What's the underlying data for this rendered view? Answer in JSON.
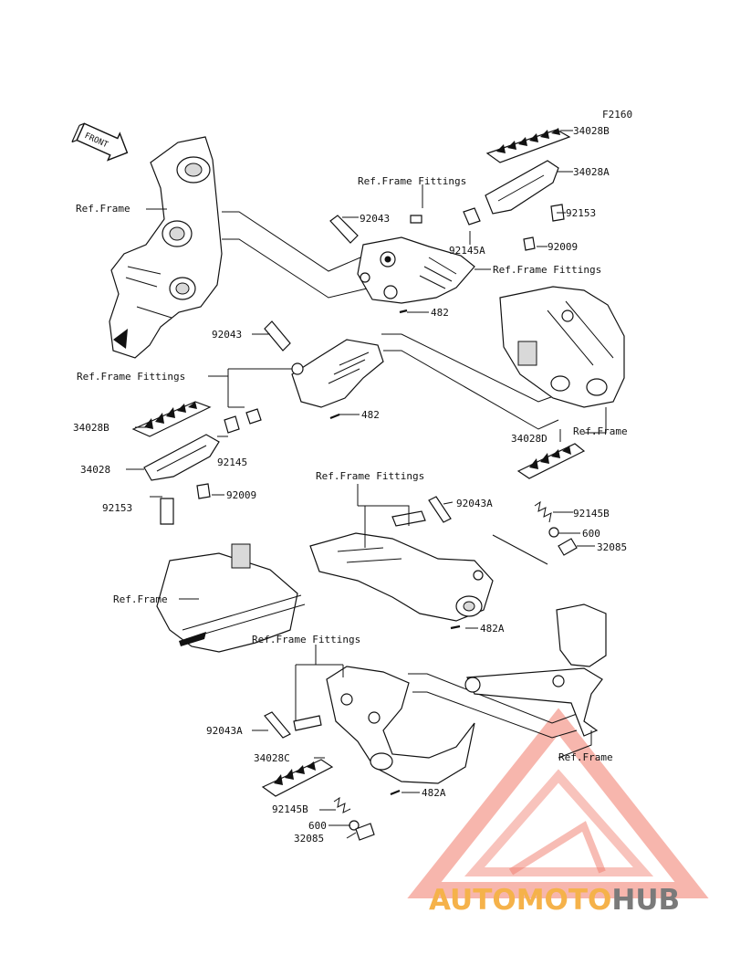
{
  "figure_code": "F2160",
  "front_arrow": {
    "label": "FRONT",
    "icon": "front-direction-arrow-icon"
  },
  "callouts": [
    {
      "id": "c01",
      "text": "Ref.Frame"
    },
    {
      "id": "c02",
      "text": "Ref.Frame Fittings"
    },
    {
      "id": "c03",
      "text": "92043"
    },
    {
      "id": "c04",
      "text": "34028B"
    },
    {
      "id": "c05",
      "text": "34028A"
    },
    {
      "id": "c06",
      "text": "92153"
    },
    {
      "id": "c07",
      "text": "92145A"
    },
    {
      "id": "c08",
      "text": "92009"
    },
    {
      "id": "c09",
      "text": "Ref.Frame Fittings"
    },
    {
      "id": "c10",
      "text": "482"
    },
    {
      "id": "c11",
      "text": "92043"
    },
    {
      "id": "c12",
      "text": "Ref.Frame Fittings"
    },
    {
      "id": "c13",
      "text": "482"
    },
    {
      "id": "c14",
      "text": "Ref.Frame"
    },
    {
      "id": "c15",
      "text": "34028B"
    },
    {
      "id": "c16",
      "text": "92145"
    },
    {
      "id": "c17",
      "text": "34028"
    },
    {
      "id": "c18",
      "text": "92153"
    },
    {
      "id": "c19",
      "text": "92009"
    },
    {
      "id": "c20",
      "text": "34028D"
    },
    {
      "id": "c21",
      "text": "Ref.Frame Fittings"
    },
    {
      "id": "c22",
      "text": "92043A"
    },
    {
      "id": "c23",
      "text": "92145B"
    },
    {
      "id": "c24",
      "text": "600"
    },
    {
      "id": "c25",
      "text": "32085"
    },
    {
      "id": "c26",
      "text": "Ref.Frame"
    },
    {
      "id": "c27",
      "text": "482A"
    },
    {
      "id": "c28",
      "text": "Ref.Frame Fittings"
    },
    {
      "id": "c29",
      "text": "Ref.Frame"
    },
    {
      "id": "c30",
      "text": "92043A"
    },
    {
      "id": "c31",
      "text": "34028C"
    },
    {
      "id": "c32",
      "text": "482A"
    },
    {
      "id": "c33",
      "text": "92145B"
    },
    {
      "id": "c34",
      "text": "600"
    },
    {
      "id": "c35",
      "text": "32085"
    }
  ],
  "watermark": {
    "text_part1": "AUTOMOTO",
    "text_part2": "HUB",
    "color_accent": "#f07a6a",
    "color_text1": "#f5b24a",
    "color_text2": "#7a7a7a"
  }
}
